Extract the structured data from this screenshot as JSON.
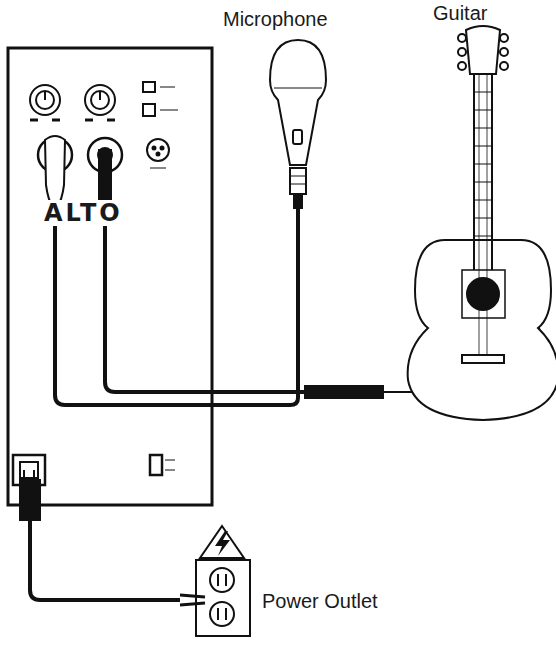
{
  "diagram": {
    "labels": [
      "Microphone",
      "Guitar",
      "ALTO",
      "Power Outlet"
    ]
  }
}
